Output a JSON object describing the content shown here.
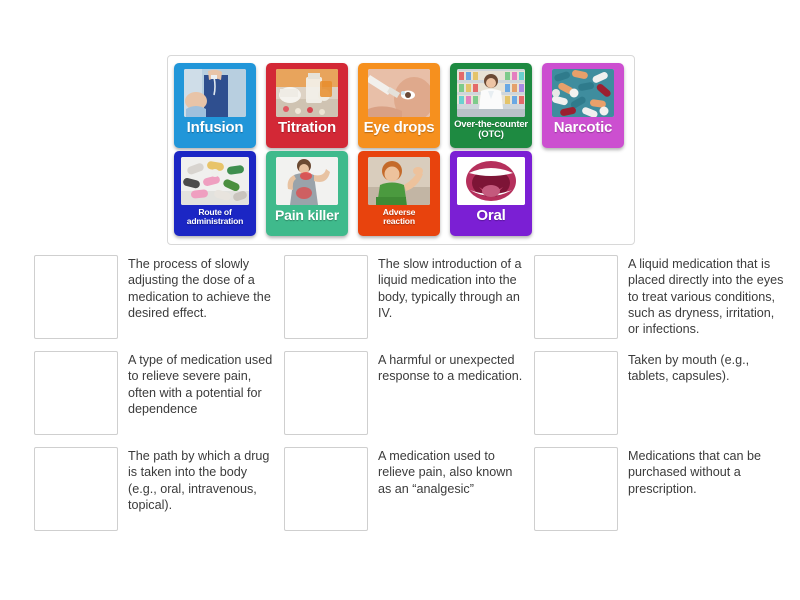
{
  "activity": {
    "type": "match-up",
    "tray_label": "answer-tiles"
  },
  "tiles": [
    {
      "label": "Infusion",
      "label_lines": [
        "Infusion"
      ],
      "color": "#2196d9",
      "image": "nurse-patient-infusion-photo",
      "caption_size": "lg"
    },
    {
      "label": "Titration",
      "label_lines": [
        "Titration"
      ],
      "color": "#d32836",
      "image": "medicine-bottles-pills-photo",
      "caption_size": "lg"
    },
    {
      "label": "Eye drops",
      "label_lines": [
        "Eye drops"
      ],
      "color": "#f6901e",
      "image": "eye-dropper-photo",
      "caption_size": "lg"
    },
    {
      "label": "Over-the-counter (OTC)",
      "label_lines": [
        "Over-the-counter",
        "(OTC)"
      ],
      "color": "#1e8a41",
      "image": "pharmacist-shelves-photo",
      "caption_size": "sm"
    },
    {
      "label": "Narcotic",
      "label_lines": [
        "Narcotic"
      ],
      "color": "#cc4fd0",
      "image": "capsules-pile-photo",
      "caption_size": "lg"
    },
    {
      "label": "Route of administration",
      "label_lines": [
        "Route of",
        "administration"
      ],
      "color": "#1b26c4",
      "image": "assorted-pills-photo",
      "caption_size": "xs"
    },
    {
      "label": "Pain killer",
      "label_lines": [
        "Pain killer"
      ],
      "color": "#3fba8c",
      "image": "back-pain-man-photo",
      "caption_size": "md"
    },
    {
      "label": "Adverse reaction",
      "label_lines": [
        "Adverse",
        "reaction"
      ],
      "color": "#e8430d",
      "image": "boy-scratching-arm-photo",
      "caption_size": "xs"
    },
    {
      "label": "Oral",
      "label_lines": [
        "Oral"
      ],
      "color": "#7b1fd4",
      "image": "open-mouth-illustration",
      "caption_size": "lg"
    }
  ],
  "definitions": [
    {
      "id": "def-1",
      "text": "The process of slowly adjusting the dose of a medication to achieve the desired effect."
    },
    {
      "id": "def-2",
      "text": "The slow introduction of a liquid medication into the body, typically through an IV."
    },
    {
      "id": "def-3",
      "text": "A liquid medication that is placed directly into the eyes to treat various conditions, such as dryness, irritation, or infections."
    },
    {
      "id": "def-4",
      "text": "A type of medication used to relieve severe pain, often with a potential for dependence"
    },
    {
      "id": "def-5",
      "text": "A harmful or unexpected response to a medication."
    },
    {
      "id": "def-6",
      "text": "Taken by mouth (e.g., tablets, capsules)."
    },
    {
      "id": "def-7",
      "text": "The path by which a drug is taken into the body (e.g., oral, intravenous, topical)."
    },
    {
      "id": "def-8",
      "text": "A medication used to relieve pain, also known as an “analgesic”"
    },
    {
      "id": "def-9",
      "text": "Medications that can be purchased without a prescription."
    }
  ],
  "dropzones": [
    {
      "id": "dropzone-1",
      "value": ""
    },
    {
      "id": "dropzone-2",
      "value": ""
    },
    {
      "id": "dropzone-3",
      "value": ""
    },
    {
      "id": "dropzone-4",
      "value": ""
    },
    {
      "id": "dropzone-5",
      "value": ""
    },
    {
      "id": "dropzone-6",
      "value": ""
    },
    {
      "id": "dropzone-7",
      "value": ""
    },
    {
      "id": "dropzone-8",
      "value": ""
    },
    {
      "id": "dropzone-9",
      "value": ""
    }
  ]
}
